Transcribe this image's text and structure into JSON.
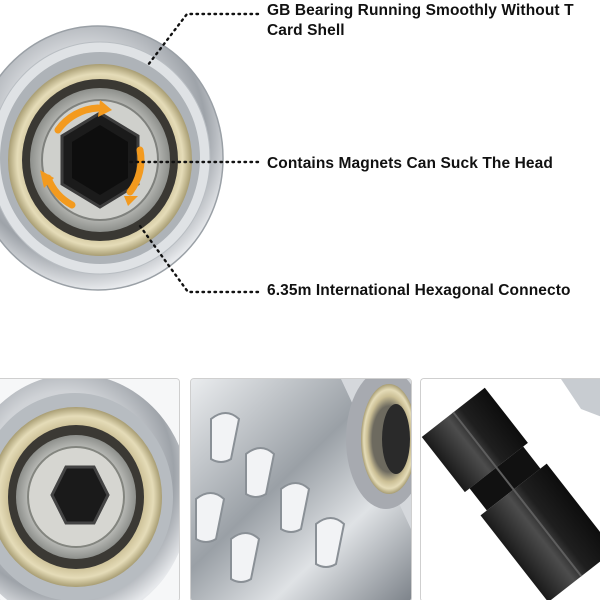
{
  "callouts": [
    {
      "lines": [
        "GB Bearing Running Smoothly Without T",
        "Card Shell"
      ]
    },
    {
      "lines": [
        "Contains Magnets Can Suck The Head"
      ]
    },
    {
      "lines": [
        "6.35m International Hexagonal Connecto"
      ]
    }
  ],
  "colors": {
    "callout_text": "#111111",
    "arrow_orange": "#f39a1e",
    "steel": "#c9ccd0",
    "bearing_brass": "#c8bd93",
    "hex_socket": "#141414",
    "panel_border": "#cfcfcf"
  },
  "panels": [
    {
      "name": "bearing-closeup"
    },
    {
      "name": "flexible-shaft-closeup"
    },
    {
      "name": "hex-shank-closeup"
    }
  ]
}
